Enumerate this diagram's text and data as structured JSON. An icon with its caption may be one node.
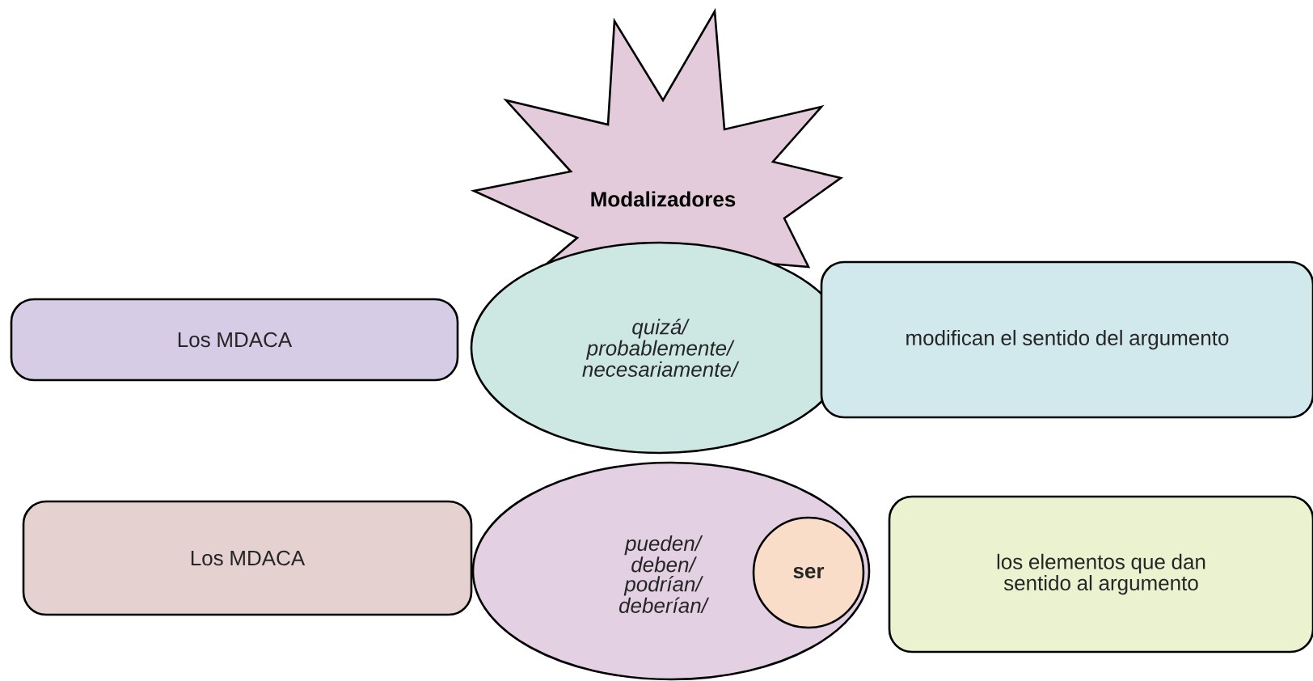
{
  "diagram": {
    "nodes": [
      {
        "text": [
          "Modalizadores"
        ]
      },
      {
        "text": [
          "Los MDACA"
        ]
      },
      {
        "text": [
          "quizá/ probablemente/ necesariamente/"
        ]
      },
      {
        "text": [
          "modifican el sentido del argumento"
        ]
      },
      {
        "text": [
          "Los MDACA"
        ]
      },
      {
        "text": [
          "pueden/ deben/ podrían/ deberían/"
        ]
      },
      {
        "text": [
          "ser"
        ],
        "in": 5
      },
      {
        "text": [
          "los elementos que dan sentido al argumento"
        ]
      }
    ]
  }
}
